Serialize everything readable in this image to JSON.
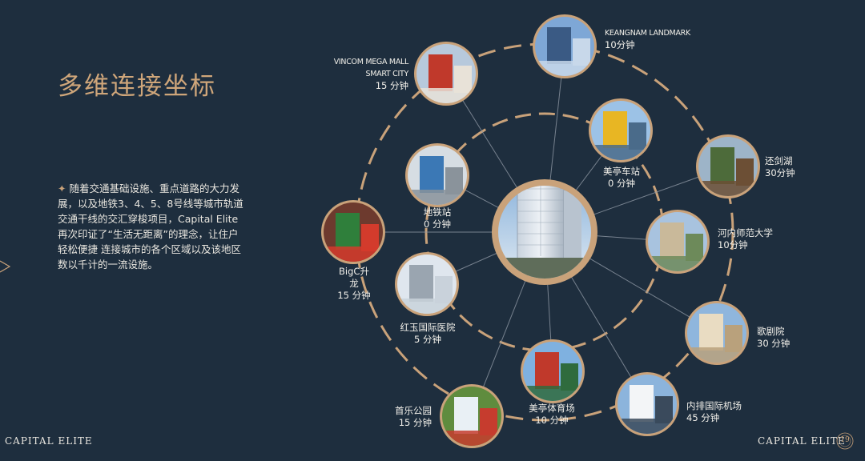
{
  "title": "多维连接坐标",
  "paragraph": "随着交通基础设施、重点道路的大力发展，以及地铁3、4、5、8号线等城市轨道交通干线的交汇穿梭项目，Capital Elite再次印证了“生活无距离”的理念，让住户轻松便捷 连接城市的各个区域以及该地区数以千计的一流设施。",
  "brand_left": "CAPITAL ELITE",
  "brand_right": "CAPITAL ELITE",
  "page_number": "19",
  "colors": {
    "background": "#1e2e3e",
    "gold": "#c9a27a",
    "text": "#f2f0ea"
  },
  "destinations": [
    {
      "name": "KEANGNAM LANDMARK",
      "time": "10分钟",
      "icon": "skyscraper-photo"
    },
    {
      "name": "VINCOM MEGA MALL SMART CITY",
      "time": "15 分钟",
      "icon": "mall-photo"
    },
    {
      "name": "美亭车站",
      "time": "0 分钟",
      "icon": "bus-station-photo"
    },
    {
      "name": "还剑湖",
      "time": "30分钟",
      "icon": "lake-pagoda-photo"
    },
    {
      "name": "地铁站",
      "time": "0 分钟",
      "icon": "metro-photo"
    },
    {
      "name": "河内师范大学",
      "time": "10分钟",
      "icon": "university-photo"
    },
    {
      "name": "BigC升龙",
      "time": "15 分钟",
      "icon": "supermarket-photo"
    },
    {
      "name": "红玉国际医院",
      "time": "5 分钟",
      "icon": "hospital-photo"
    },
    {
      "name": "歌剧院",
      "time": "30 分钟",
      "icon": "opera-house-photo"
    },
    {
      "name": "美亭体育场",
      "time": "10 分钟",
      "icon": "stadium-photo"
    },
    {
      "name": "内排国际机场",
      "time": "45 分钟",
      "icon": "airport-photo"
    },
    {
      "name": "首乐公园",
      "time": "15 分钟",
      "icon": "park-photo"
    }
  ],
  "center_icon": "capital-elite-tower-photo"
}
